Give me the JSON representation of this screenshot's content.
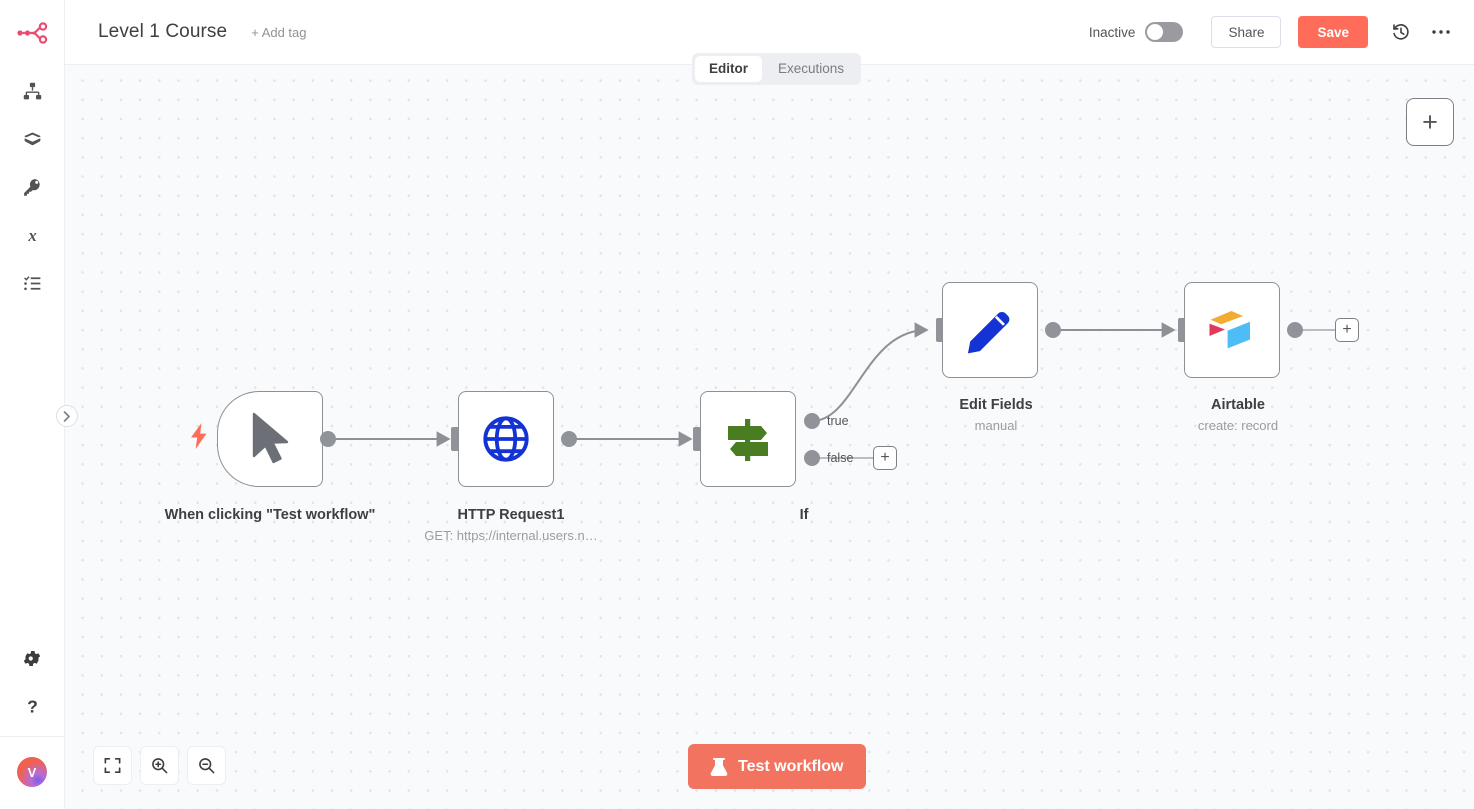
{
  "app": {
    "logo_icon": "n8n-logo-icon",
    "accent_color": "#ff6d5a"
  },
  "sidebar": {
    "items": [
      {
        "icon": "sitemap-icon",
        "name": "overview"
      },
      {
        "icon": "package-icon",
        "name": "templates"
      },
      {
        "icon": "key-icon",
        "name": "credentials"
      },
      {
        "icon": "variable-x-icon",
        "name": "variables"
      },
      {
        "icon": "checklist-icon",
        "name": "executions"
      }
    ],
    "bottom": [
      {
        "icon": "gear-icon",
        "name": "settings"
      },
      {
        "icon": "help-icon",
        "name": "help"
      }
    ],
    "avatar_initial": "V",
    "expand_icon": "chevron-right-icon"
  },
  "header": {
    "title": "Level 1 Course",
    "add_tag": "+ Add tag",
    "active_state_label": "Inactive",
    "toggle_on": false,
    "share_label": "Share",
    "save_label": "Save",
    "history_icon": "history-clock-icon",
    "more_icon": "ellipsis-icon"
  },
  "tabs": [
    {
      "label": "Editor",
      "active": true
    },
    {
      "label": "Executions",
      "active": false
    }
  ],
  "canvas": {
    "add_node_plus": "+",
    "nodes": [
      {
        "id": "trigger",
        "label": "When clicking \"Test workflow\"",
        "subtitle": "",
        "icon": "mouse-pointer-icon",
        "trigger": true,
        "bolt_icon": "lightning-bolt-icon"
      },
      {
        "id": "http",
        "label": "HTTP Request1",
        "subtitle": "GET: https://internal.users.n…",
        "icon": "globe-icon",
        "trigger": false
      },
      {
        "id": "if",
        "label": "If",
        "subtitle": "",
        "icon": "signpost-icon",
        "trigger": false,
        "outputs": [
          "true",
          "false"
        ]
      },
      {
        "id": "edit_fields",
        "label": "Edit Fields",
        "subtitle": "manual",
        "icon": "pencil-icon",
        "trigger": false
      },
      {
        "id": "airtable",
        "label": "Airtable",
        "subtitle": "create: record",
        "icon": "airtable-icon",
        "trigger": false
      }
    ],
    "connection_labels": {
      "true": "true",
      "false": "false"
    },
    "plus_false": "+",
    "plus_end": "+"
  },
  "zoom_controls": [
    {
      "icon": "fit-view-icon",
      "name": "zoom-to-fit"
    },
    {
      "icon": "zoom-in-icon",
      "name": "zoom-in"
    },
    {
      "icon": "zoom-out-icon",
      "name": "zoom-out"
    }
  ],
  "footer": {
    "test_workflow_label": "Test workflow",
    "test_icon": "flask-icon"
  }
}
